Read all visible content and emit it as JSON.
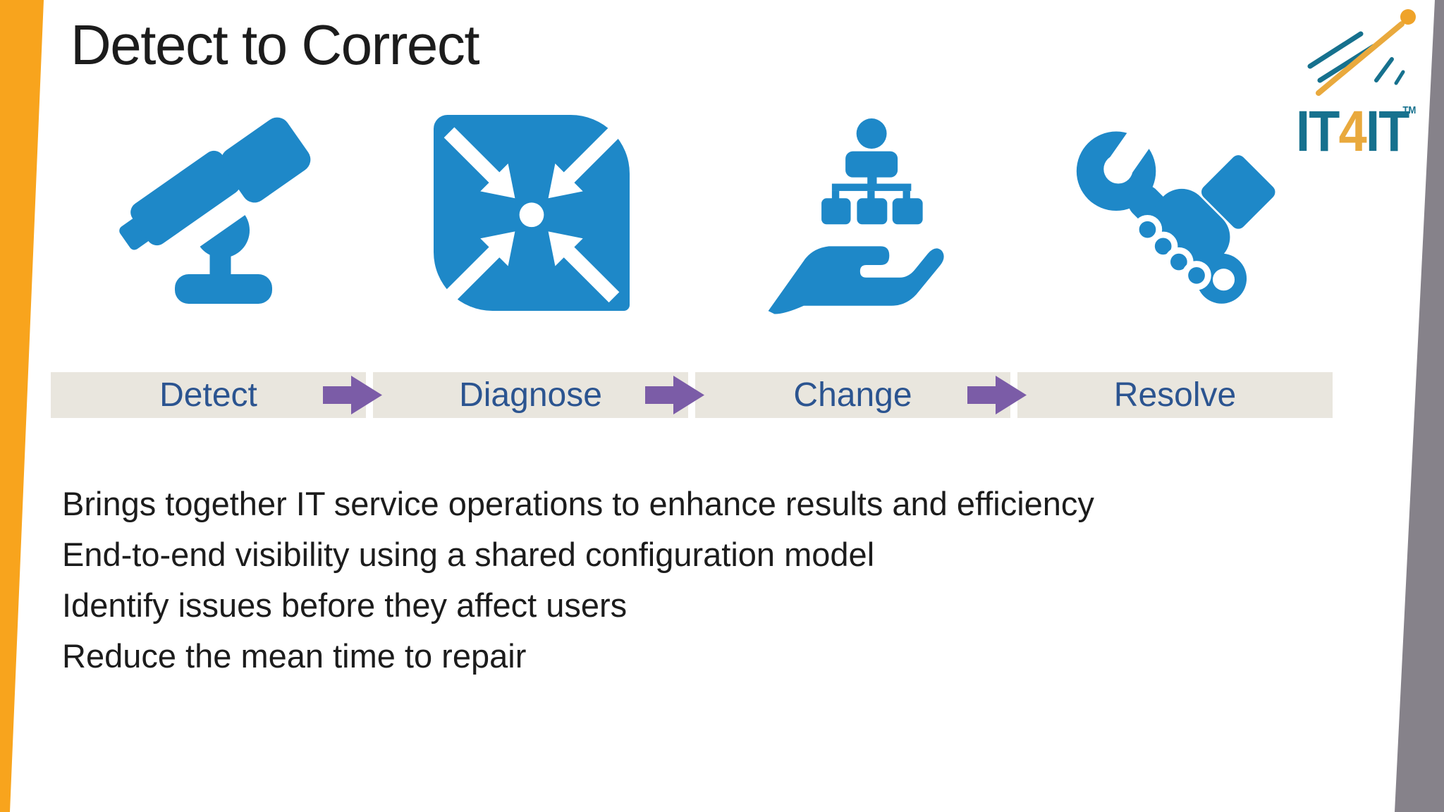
{
  "slide": {
    "title": "Detect to Correct",
    "flow": {
      "stages": [
        {
          "label": "Detect",
          "icon": "telescope-icon"
        },
        {
          "label": "Diagnose",
          "icon": "converging-arrows-icon"
        },
        {
          "label": "Change",
          "icon": "hand-org-chart-icon"
        },
        {
          "label": "Resolve",
          "icon": "wrench-in-hand-icon"
        }
      ]
    },
    "bullets": [
      "Brings together IT service operations to enhance results and efficiency",
      "End-to-end visibility using a shared configuration model",
      "Identify issues before they affect users",
      "Reduce the mean time to repair"
    ],
    "logo": {
      "part_it1": "IT",
      "part_4": "4",
      "part_it2": "IT",
      "trademark": "TM"
    },
    "colors": {
      "accent_orange": "#F8A41D",
      "icon_blue": "#1E88C8",
      "stage_navy": "#2B5490",
      "arrow_purple": "#7B5CA7",
      "band_beige": "#E9E6DE",
      "logo_teal": "#16718E",
      "logo_gold": "#E9A93D",
      "logo_dot_orange": "#EFA329",
      "edge_gray": "#86828A",
      "text_black": "#1C1C1C"
    }
  }
}
